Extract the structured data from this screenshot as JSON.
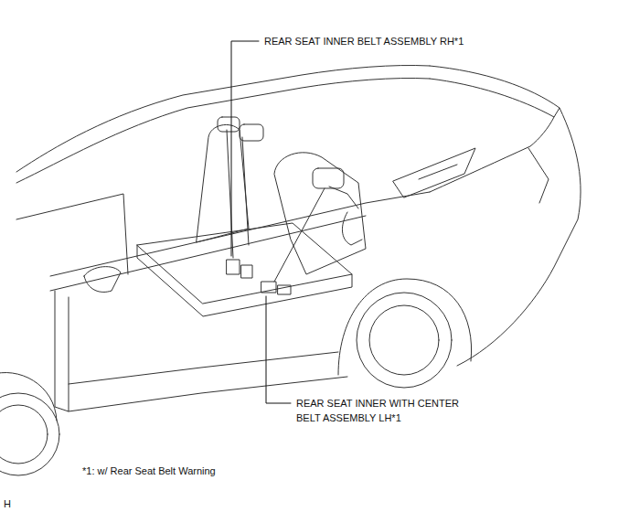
{
  "diagram": {
    "labels": [
      "REAR SEAT INNER BELT ASSEMBLY RH*1",
      "REAR SEAT INNER WITH CENTER BELT ASSEMBLY LH*1",
      "*1: w/ Rear Seat Belt Warning",
      "H"
    ]
  }
}
